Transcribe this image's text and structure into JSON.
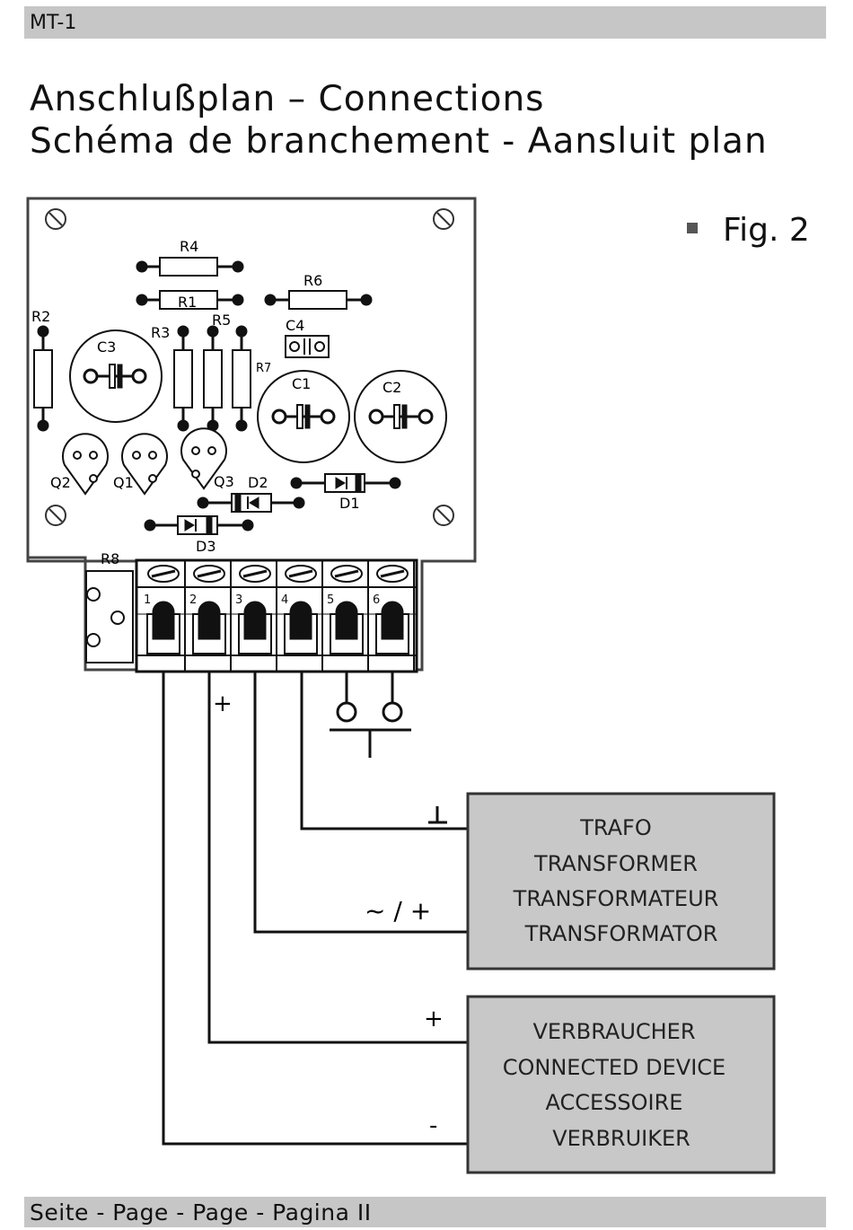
{
  "header": {
    "label": "MT-1"
  },
  "title": {
    "line1": "Anschlußplan  – Connections",
    "line2": "Schéma de branchement  -  Aansluit plan"
  },
  "figure": {
    "label": "Fig. 2"
  },
  "pcb": {
    "components": {
      "r4": "R4",
      "r1": "R1",
      "r6": "R6",
      "r2": "R2",
      "c3": "C3",
      "r3": "R3",
      "r5": "R5",
      "c4": "C4",
      "r7": "R7",
      "c1": "C1",
      "c2": "C2",
      "q2": "Q2",
      "q1": "Q1",
      "q3": "Q3",
      "d2": "D2",
      "d1": "D1",
      "d3": "D3",
      "r8": "R8"
    },
    "terminal_numbers": [
      "1",
      "2",
      "3",
      "4",
      "5",
      "6"
    ]
  },
  "wiring": {
    "plus_terminal_2": "+",
    "ground_symbol_label": "⊥",
    "ac_plus_label": "~ / +",
    "load_plus_label": "+",
    "load_minus_label": "-"
  },
  "transformer_box": [
    "TRAFO",
    "TRANSFORMER",
    "TRANSFORMATEUR",
    "TRANSFORMATOR"
  ],
  "device_box": [
    "VERBRAUCHER",
    "CONNECTED DEVICE",
    "ACCESSOIRE",
    "VERBRUIKER"
  ],
  "footer": {
    "label": "Seite - Page - Page - Pagina II"
  }
}
